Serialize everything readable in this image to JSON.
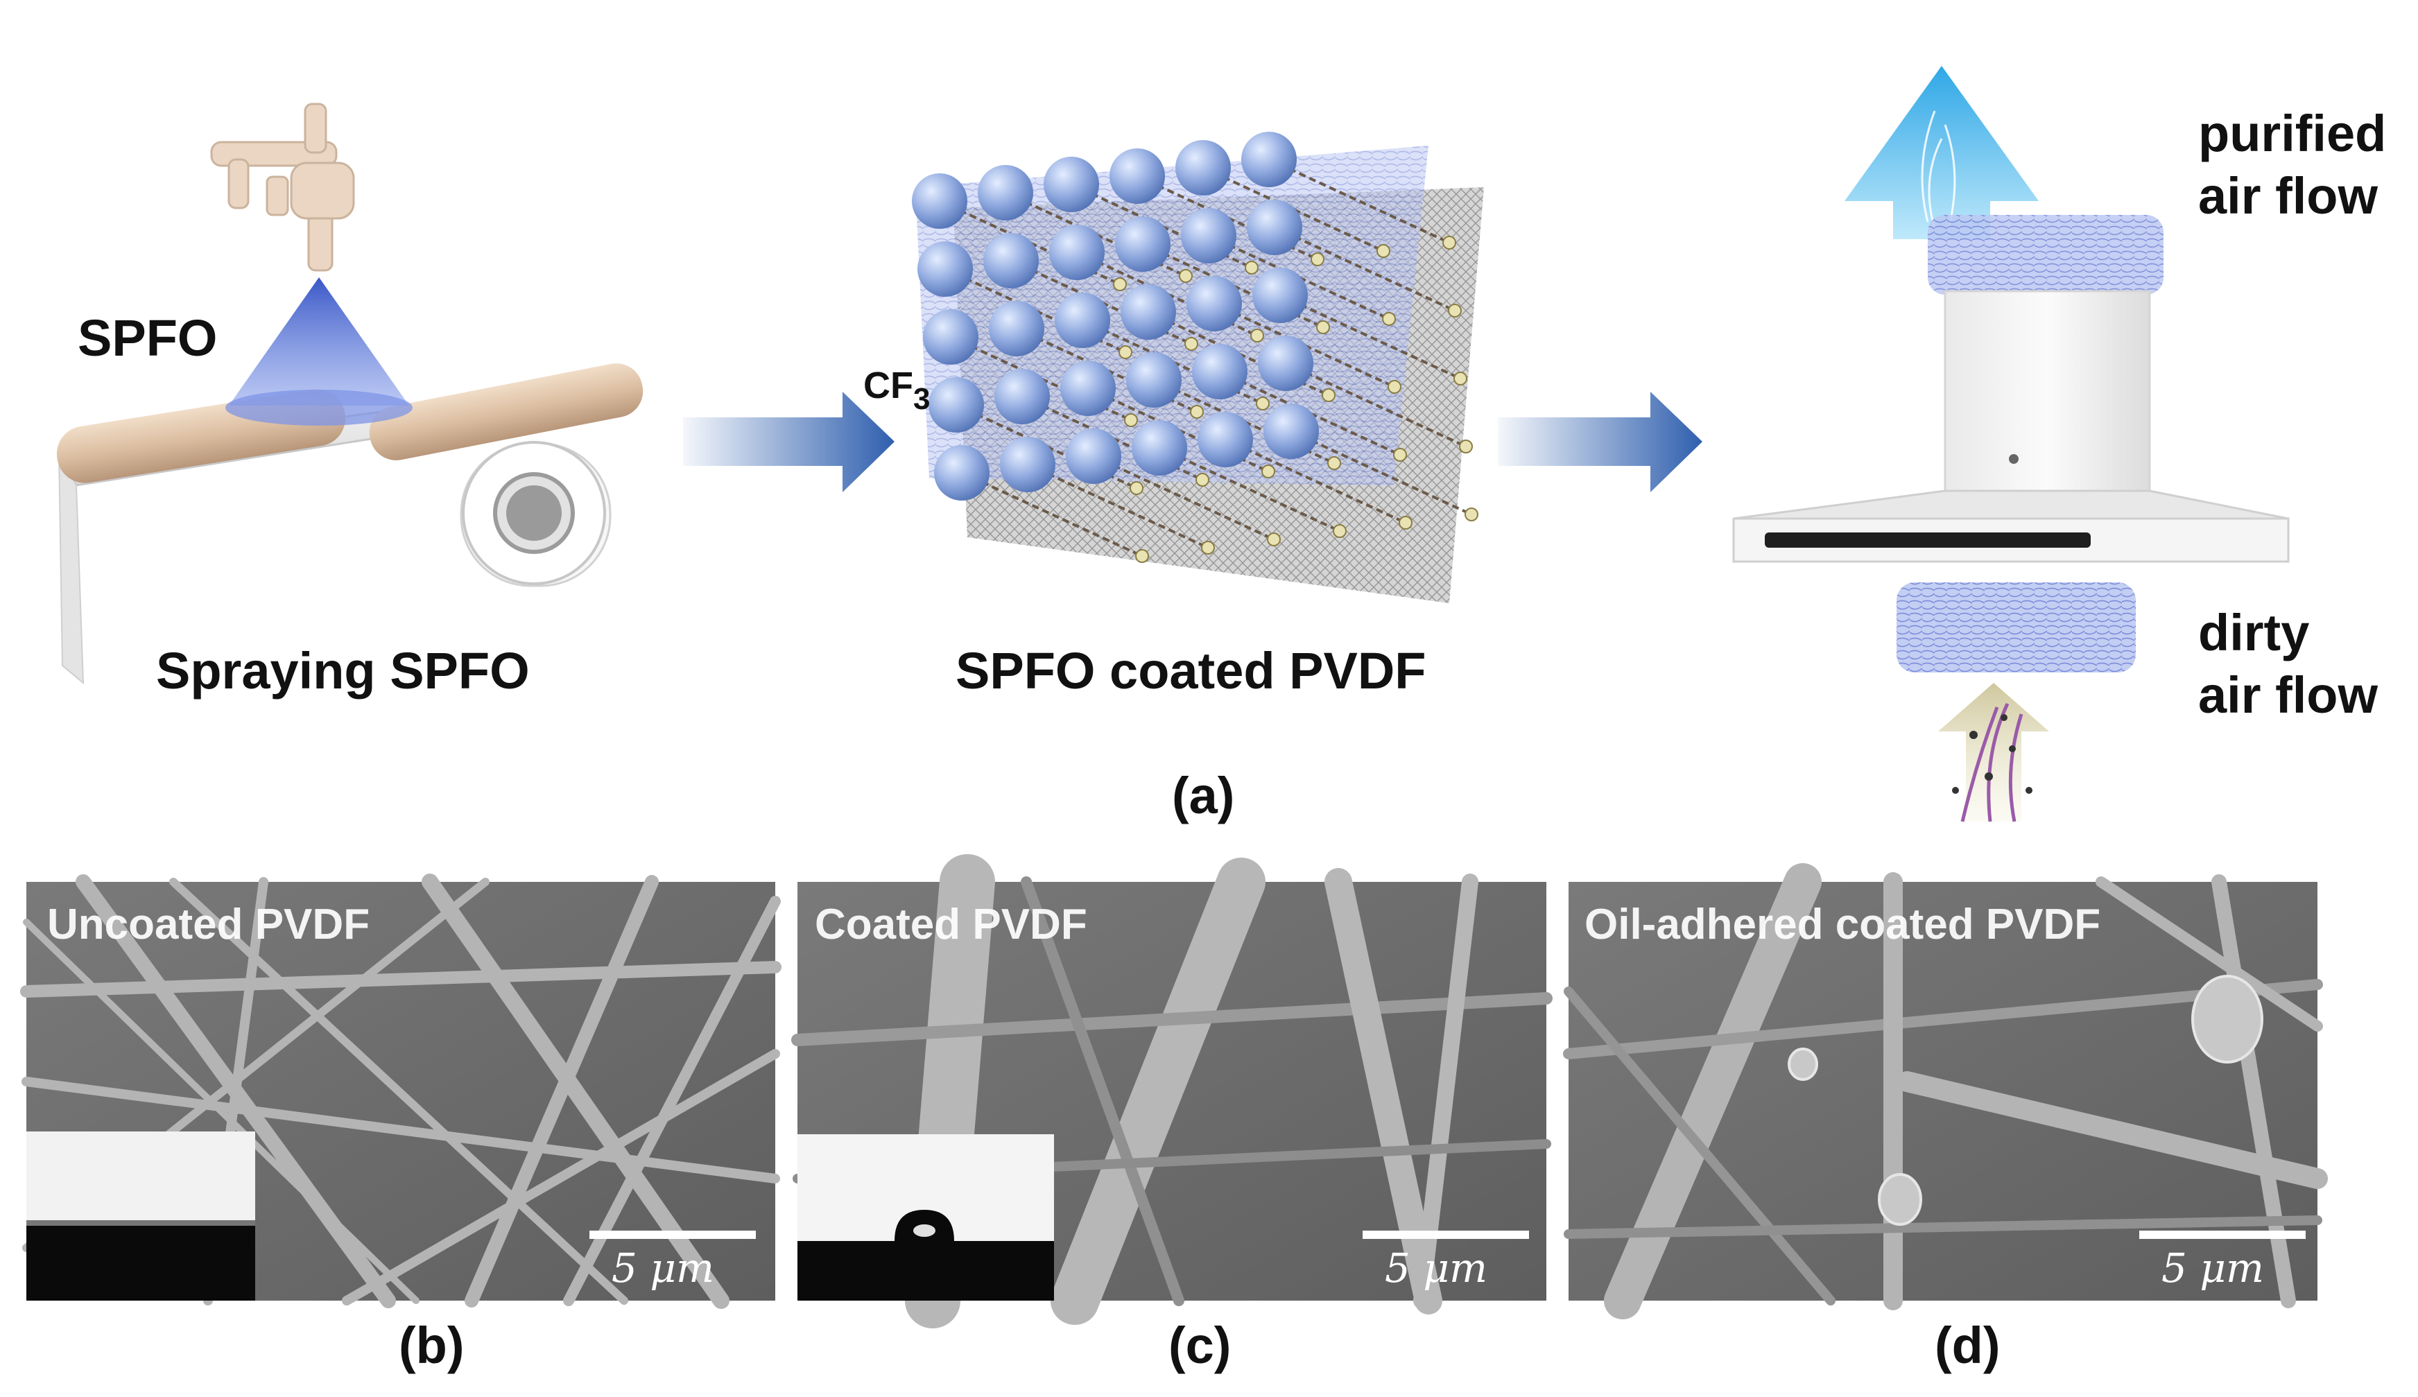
{
  "panel_a": {
    "spray_label": "SPFO",
    "spray_caption": "Spraying SPFO",
    "cf3_main": "CF",
    "cf3_sub": "3",
    "coated_caption": "SPFO coated PVDF",
    "purified_line1": "purified",
    "purified_line2": "air flow",
    "dirty_line1": "dirty",
    "dirty_line2": "air flow",
    "panel_label": "(a)"
  },
  "panel_b": {
    "title": "Uncoated PVDF",
    "scale": "5 μm",
    "panel_label": "(b)"
  },
  "panel_c": {
    "title": "Coated PVDF",
    "scale": "5 μm",
    "panel_label": "(c)"
  },
  "panel_d": {
    "title": "Oil-adhered coated PVDF",
    "scale": "5 μm",
    "panel_label": "(d)"
  },
  "colors": {
    "arrow_blue": "#2f5fae",
    "sphere_blue": "#8aa6dc",
    "sem_gray": "#6e6e6e",
    "purified_cyan": "#3fb6ec"
  }
}
